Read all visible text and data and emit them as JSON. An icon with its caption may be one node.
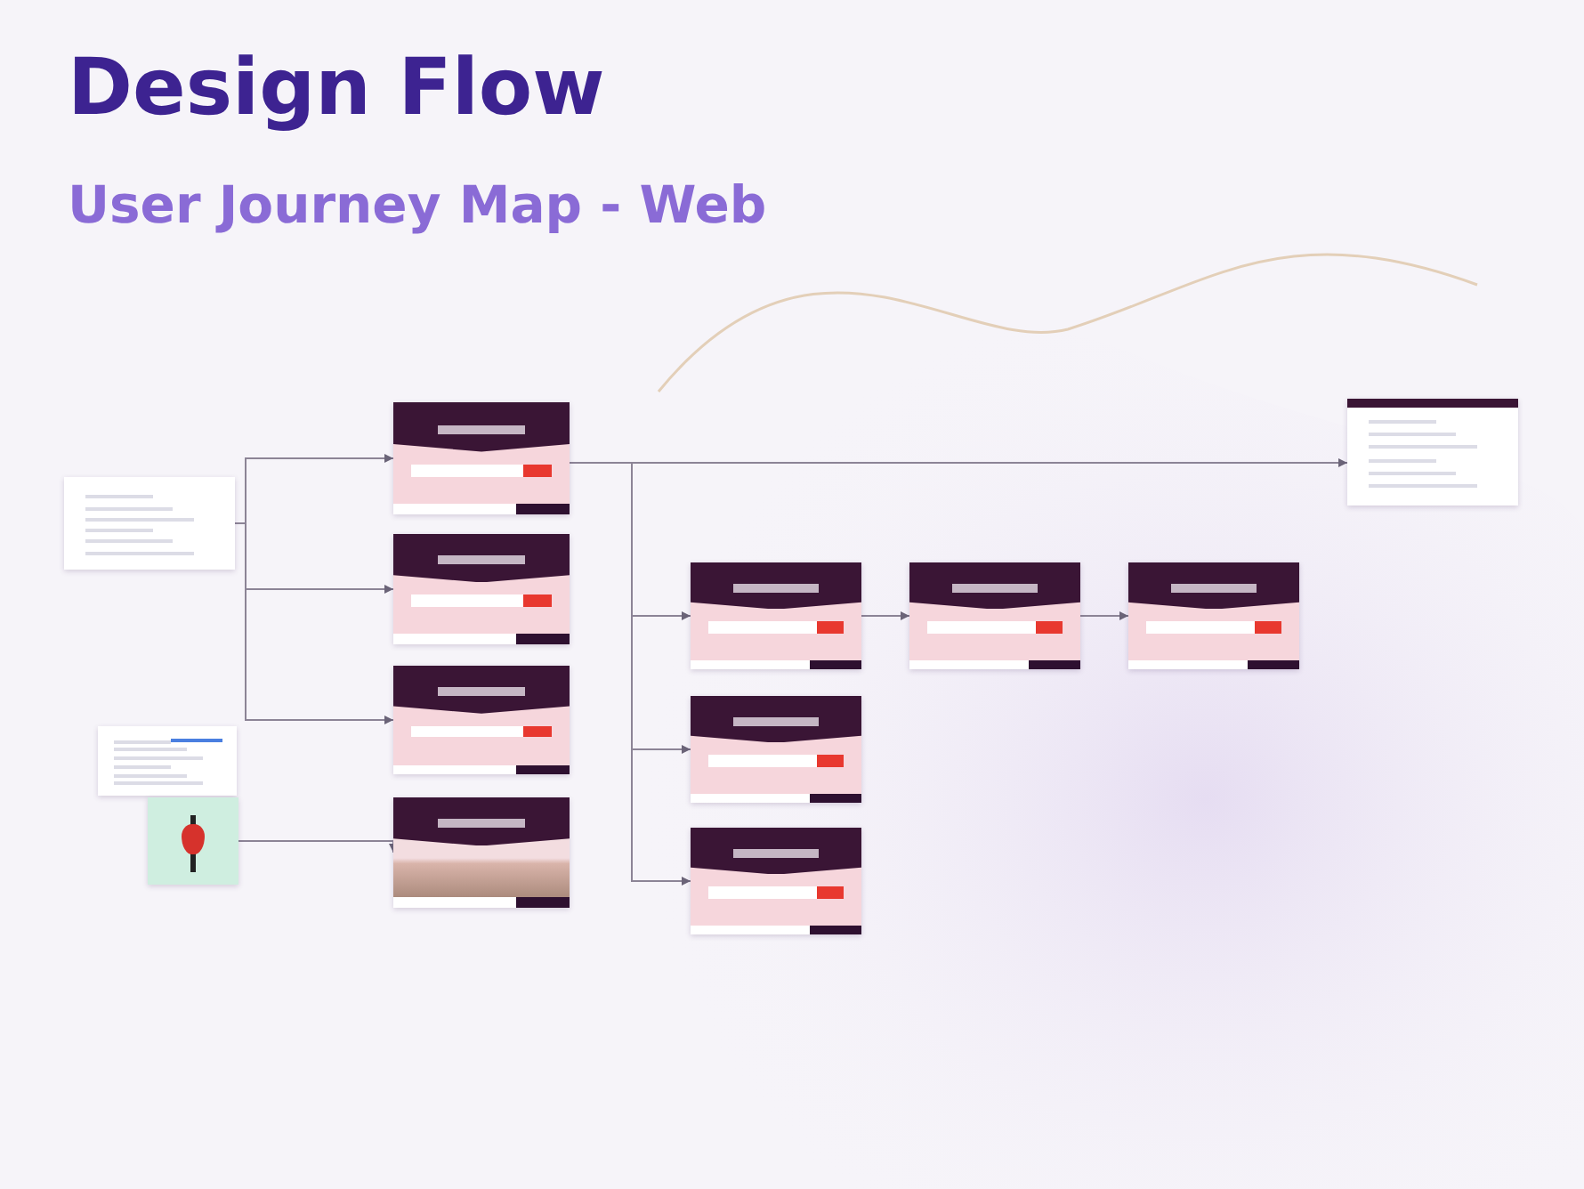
{
  "diagram": {
    "title": "Design Flow",
    "caption": "User Journey Map - Web",
    "nodes": [
      {
        "text": [],
        "shape": "picture"
      },
      {
        "text": [],
        "shape": "picture"
      },
      {
        "text": [],
        "shape": "picture"
      },
      {
        "text": [],
        "shape": "picture"
      },
      {
        "text": [],
        "shape": "picture"
      },
      {
        "text": [],
        "shape": "picture"
      },
      {
        "text": [],
        "shape": "picture"
      },
      {
        "text": [],
        "shape": "picture"
      },
      {
        "text": [],
        "shape": "picture"
      },
      {
        "text": [],
        "shape": "picture"
      },
      {
        "text": [],
        "shape": "picture"
      },
      {
        "text": [],
        "shape": "picture"
      },
      {
        "text": [],
        "shape": "picture"
      }
    ],
    "edges": [
      {
        "from": 0,
        "to": 3,
        "arrow": "to"
      },
      {
        "from": 0,
        "to": 4,
        "arrow": "to"
      },
      {
        "from": 0,
        "to": 5,
        "arrow": "to"
      },
      {
        "from": 2,
        "to": 6,
        "arrow": "to"
      },
      {
        "from": 3,
        "to": 12,
        "arrow": "to"
      },
      {
        "from": 3,
        "to": 7,
        "arrow": "to"
      },
      {
        "from": 3,
        "to": 10,
        "arrow": "to"
      },
      {
        "from": 3,
        "to": 11,
        "arrow": "to"
      },
      {
        "from": 7,
        "to": 8,
        "arrow": "to"
      },
      {
        "from": 8,
        "to": 9,
        "arrow": "to"
      }
    ]
  }
}
